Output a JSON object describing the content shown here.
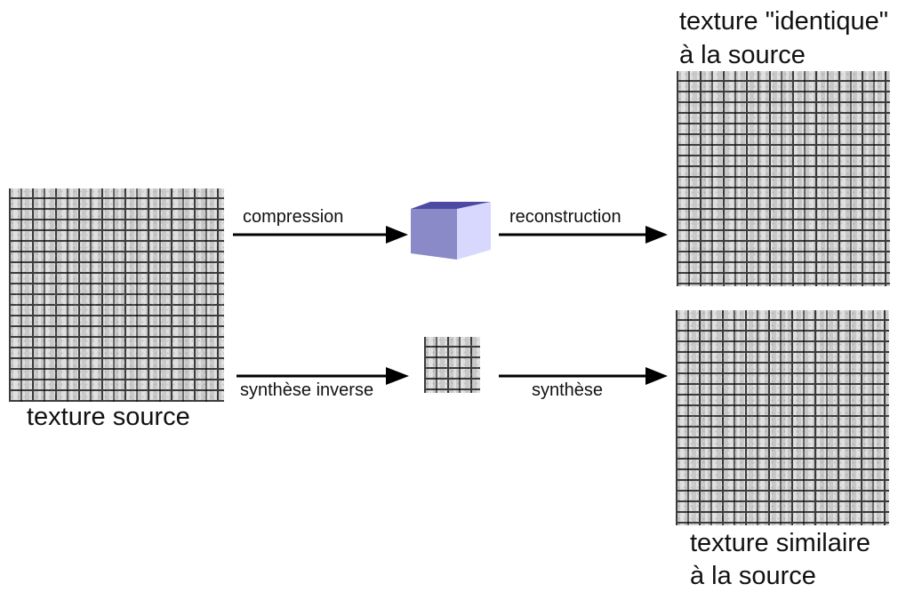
{
  "texts": {
    "compression": "compression",
    "reconstruction": "reconstruction",
    "synthese_inverse": "synthèse inverse",
    "synthese": "synthèse",
    "texture_source": "texture source",
    "texture_identique_line1": "texture \"identique\"",
    "texture_identique_line2": "à la source",
    "texture_similaire_line1": "texture similaire",
    "texture_similaire_line2": "à la source"
  },
  "colors": {
    "arrow": "#000000",
    "cube_front": "#8a8ac9",
    "cube_side": "#d8d8ff",
    "cube_top": "#4b4ba3",
    "brick_mortar": "#3f3f3f",
    "brick_base": "#d6d6d6"
  },
  "icons": {
    "compression_symbol": "cube-icon"
  }
}
